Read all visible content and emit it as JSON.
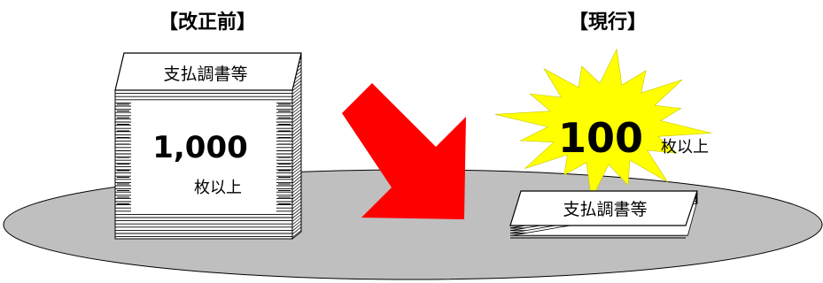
{
  "before": {
    "heading": "【改正前】",
    "stack_label": "支払調書等",
    "threshold": "1,000",
    "unit": "枚以上"
  },
  "current": {
    "heading": "【現行】",
    "stack_label": "支払調書等",
    "threshold": "100",
    "unit": "枚以上"
  },
  "colors": {
    "ground": "#bfbfbf",
    "arrow": "#ff0000",
    "burst": "#ffff00"
  }
}
